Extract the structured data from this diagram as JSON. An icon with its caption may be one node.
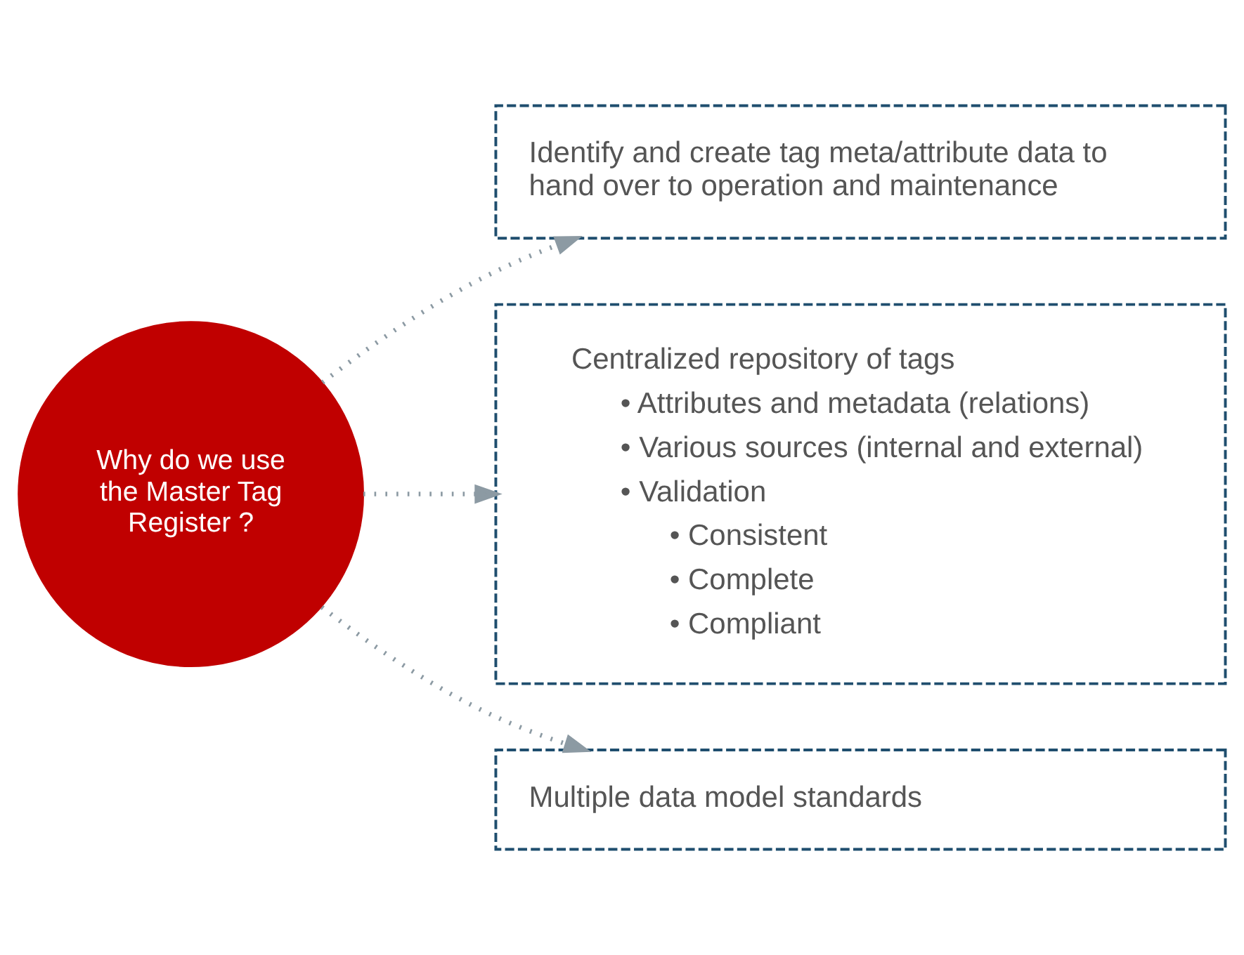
{
  "diagram": {
    "nodes": [
      {
        "text": [
          "Why do we use the Master Tag Register ?"
        ]
      },
      {
        "text": [
          "Identify and create tag meta/attribute data to hand over to operation and maintenance"
        ]
      },
      {
        "text": [
          "Centralized repository of tags",
          "• Attributes and metadata (relations)",
          "• Various sources (internal and external)",
          "• Validation",
          "• Consistent",
          "• Complete",
          "• Compliant"
        ]
      },
      {
        "text": [
          "Multiple data model standards"
        ]
      }
    ],
    "edges": [
      {
        "from": 0,
        "to": 1,
        "arrow": "to",
        "style": "dashed"
      },
      {
        "from": 0,
        "to": 2,
        "arrow": "to",
        "style": "dashed"
      },
      {
        "from": 0,
        "to": 3,
        "arrow": "to",
        "style": "dashed"
      }
    ]
  }
}
